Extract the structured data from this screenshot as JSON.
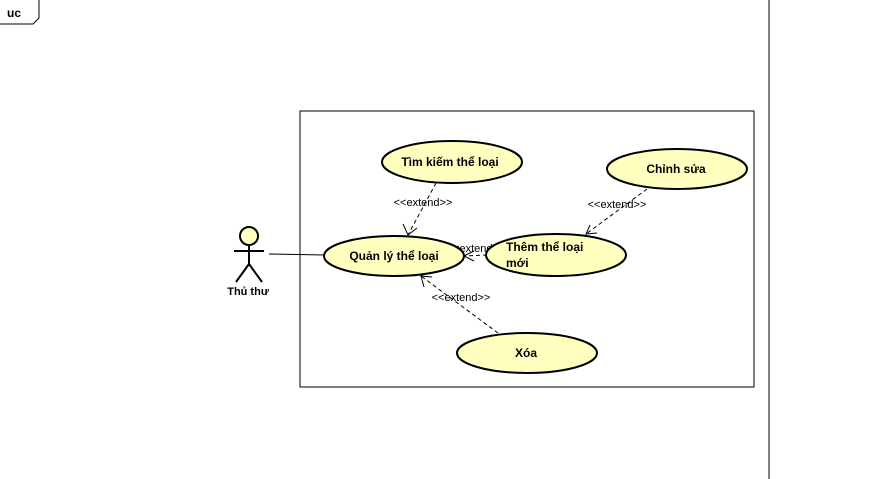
{
  "frame": {
    "tag": "uc"
  },
  "actor": {
    "name": "Thủ thư"
  },
  "use_cases": {
    "manage": "Quản lý thể loại",
    "search": "Tìm kiếm thể loại",
    "add_line1": "Thêm thể loại",
    "add_line2": "mới",
    "edit": "Chỉnh sửa",
    "delete": "Xóa"
  },
  "relations": {
    "search_extend": "<<extend>>",
    "edit_extend": "<<extend>>",
    "add_extend": "<<extend>>",
    "delete_extend": "<<extend>>"
  },
  "colors": {
    "use_case_fill": "#ffffc0",
    "stroke": "#000000",
    "background": "#ffffff"
  }
}
